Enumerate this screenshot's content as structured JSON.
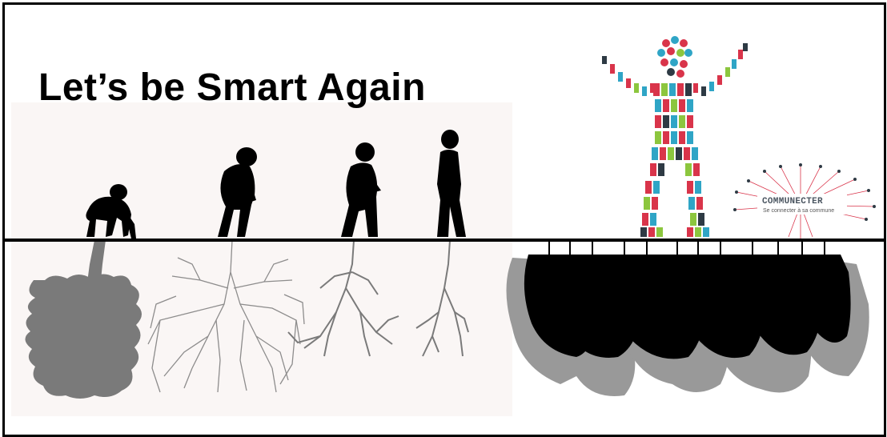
{
  "title": "Let’s be Smart Again",
  "logo": {
    "name": "COMMUNECTER",
    "tagline": "Se connecter à sa commune"
  },
  "colors": {
    "ink": "#000000",
    "root_gray": "#777777",
    "people_red": "#d9344a",
    "people_teal": "#2fa5c6",
    "people_green": "#8cc63e",
    "people_dark": "#2e3a44"
  }
}
